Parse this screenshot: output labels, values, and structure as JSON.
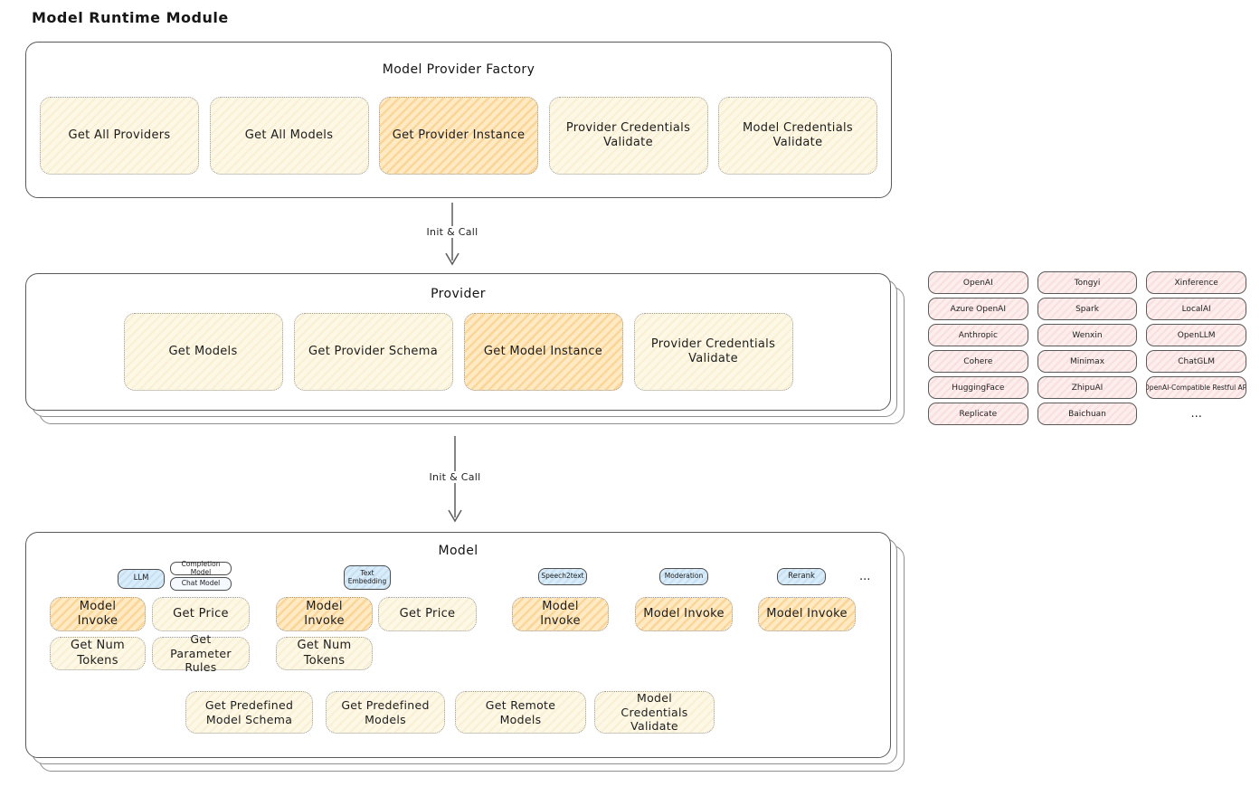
{
  "page": {
    "title": "Model Runtime Module"
  },
  "colors": {
    "node_cream": "#fdf8e6",
    "node_highlight": "#ffeac4",
    "provider_chip_pink": "#fdeeee",
    "model_tag_blue": "#d9ecf9",
    "outline": "#5a5a5a"
  },
  "factory": {
    "title": "Model Provider Factory",
    "buttons": [
      {
        "label": "Get All Providers",
        "highlighted": false
      },
      {
        "label": "Get All Models",
        "highlighted": false
      },
      {
        "label": "Get Provider Instance",
        "highlighted": true
      },
      {
        "label": "Provider Credentials Validate",
        "highlighted": false
      },
      {
        "label": "Model Credentials Validate",
        "highlighted": false
      }
    ]
  },
  "arrows": {
    "factory_to_provider": "Init & Call",
    "provider_to_model": "Init & Call"
  },
  "provider": {
    "title": "Provider",
    "buttons": [
      {
        "label": "Get Models",
        "highlighted": false
      },
      {
        "label": "Get Provider Schema",
        "highlighted": false
      },
      {
        "label": "Get Model Instance",
        "highlighted": true
      },
      {
        "label": "Provider Credentials Validate",
        "highlighted": false
      }
    ]
  },
  "providers_grid": {
    "items": [
      "OpenAI",
      "Tongyi",
      "Xinference",
      "Azure OpenAI",
      "Spark",
      "LocalAI",
      "Anthropic",
      "Wenxin",
      "OpenLLM",
      "Cohere",
      "Minimax",
      "ChatGLM",
      "HuggingFace",
      "ZhipuAI",
      "OpenAI-Compatible Restful API",
      "Replicate",
      "Baichuan"
    ],
    "ellipsis": "..."
  },
  "model": {
    "title": "Model",
    "tags": {
      "llm": "LLM",
      "completion": "Completion Model",
      "chat": "Chat Model",
      "text_embedding": "Text Embedding",
      "speech2text": "Speech2text",
      "moderation": "Moderation",
      "rerank": "Rerank"
    },
    "tags_ellipsis": "...",
    "buttons": {
      "model_invoke": "Model Invoke",
      "get_price": "Get Price",
      "get_num_tokens": "Get Num Tokens",
      "get_parameter_rules": "Get Parameter Rules",
      "get_predefined_model_schema": "Get Predefined Model Schema",
      "get_predefined_models": "Get Predefined Models",
      "get_remote_models": "Get Remote Models",
      "model_credentials_validate": "Model Credentials Validate"
    }
  }
}
